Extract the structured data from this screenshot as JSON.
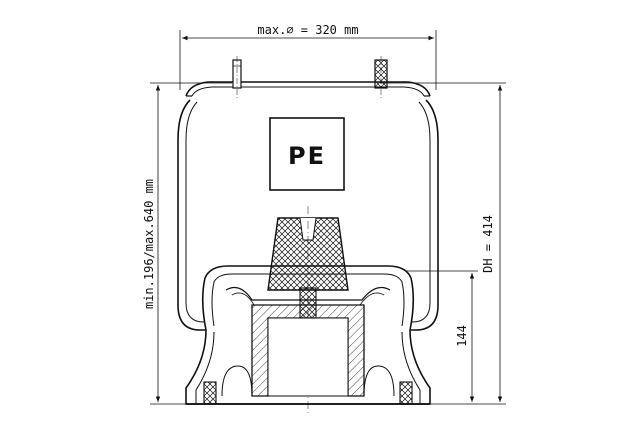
{
  "dimensions": {
    "max_diameter": "max.⌀ = 320 mm",
    "height_range": "min.196/max.640 mm",
    "design_height": "DH = 414",
    "piston_height": "144"
  },
  "logo": {
    "text": "PE"
  },
  "colors": {
    "line": "#111111",
    "background": "#ffffff"
  }
}
